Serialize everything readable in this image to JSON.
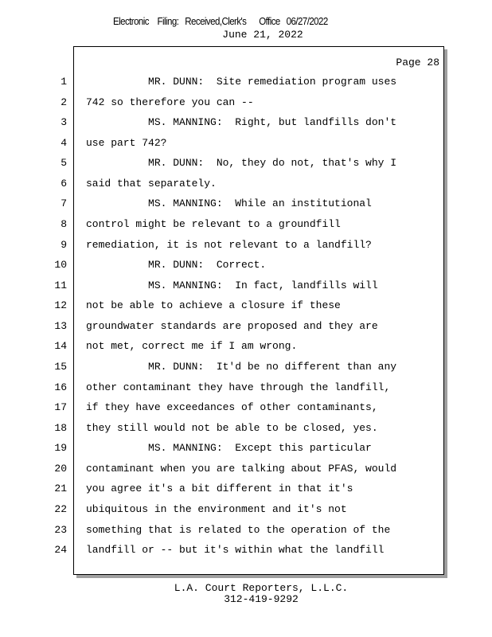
{
  "stamp": "Electronic    Filing:   Received,Clerk's      Office   06/27/2022",
  "date": "June 21, 2022",
  "page_label": "Page 28",
  "lines": [
    {
      "n": "1",
      "t": "          MR. DUNN:  Site remediation program uses"
    },
    {
      "n": "2",
      "t": "742 so therefore you can --"
    },
    {
      "n": "3",
      "t": "          MS. MANNING:  Right, but landfills don't"
    },
    {
      "n": "4",
      "t": "use part 742?"
    },
    {
      "n": "5",
      "t": "          MR. DUNN:  No, they do not, that's why I"
    },
    {
      "n": "6",
      "t": "said that separately."
    },
    {
      "n": "7",
      "t": "          MS. MANNING:  While an institutional"
    },
    {
      "n": "8",
      "t": "control might be relevant to a groundfill"
    },
    {
      "n": "9",
      "t": "remediation, it is not relevant to a landfill?"
    },
    {
      "n": "10",
      "t": "          MR. DUNN:  Correct."
    },
    {
      "n": "11",
      "t": "          MS. MANNING:  In fact, landfills will"
    },
    {
      "n": "12",
      "t": "not be able to achieve a closure if these"
    },
    {
      "n": "13",
      "t": "groundwater standards are proposed and they are"
    },
    {
      "n": "14",
      "t": "not met, correct me if I am wrong."
    },
    {
      "n": "15",
      "t": "          MR. DUNN:  It'd be no different than any"
    },
    {
      "n": "16",
      "t": "other contaminant they have through the landfill,"
    },
    {
      "n": "17",
      "t": "if they have exceedances of other contaminants,"
    },
    {
      "n": "18",
      "t": "they still would not be able to be closed, yes."
    },
    {
      "n": "19",
      "t": "          MS. MANNING:  Except this particular"
    },
    {
      "n": "20",
      "t": "contaminant when you are talking about PFAS, would"
    },
    {
      "n": "21",
      "t": "you agree it's a bit different in that it's"
    },
    {
      "n": "22",
      "t": "ubiquitous in the environment and it's not"
    },
    {
      "n": "23",
      "t": "something that is related to the operation of the"
    },
    {
      "n": "24",
      "t": "landfill or -- but it's within what the landfill"
    }
  ],
  "footer": {
    "company": "L.A. Court Reporters, L.L.C.",
    "phone": "312-419-9292"
  }
}
